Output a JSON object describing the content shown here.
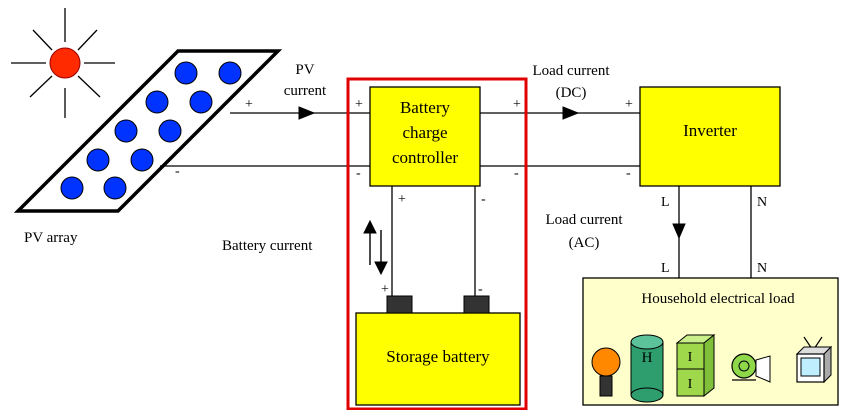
{
  "labels": {
    "pv_current_1": "PV",
    "pv_current_2": "current",
    "pv_array": "PV array",
    "load_dc_1": "Load current",
    "load_dc_2": "(DC)",
    "load_ac_1": "Load current",
    "load_ac_2": "(AC)",
    "battery_current": "Battery current",
    "controller_1": "Battery",
    "controller_2": "charge",
    "controller_3": "controller",
    "inverter": "Inverter",
    "storage_battery": "Storage battery",
    "household_load": "Household electrical load"
  },
  "terminals": {
    "plus": "+",
    "minus": "-",
    "L": "L",
    "N": "N",
    "H": "H",
    "I": "I"
  },
  "colors": {
    "box_yellow": "#ffff00",
    "household_bg": "#ffffcc",
    "highlight_red": "#e00000",
    "sun_red": "#ff2a00",
    "cell_blue": "#0033ff",
    "fridge_green": "#2f9e6e",
    "cabinet_green": "#9fd84a",
    "lamp_orange": "#ff8800",
    "washer_green": "#8fd84a",
    "tv_cyan": "#bfefff"
  },
  "icons": [
    "sun-icon",
    "lamp-icon",
    "fridge-icon",
    "cabinet-icon",
    "washer-icon",
    "tv-icon"
  ]
}
